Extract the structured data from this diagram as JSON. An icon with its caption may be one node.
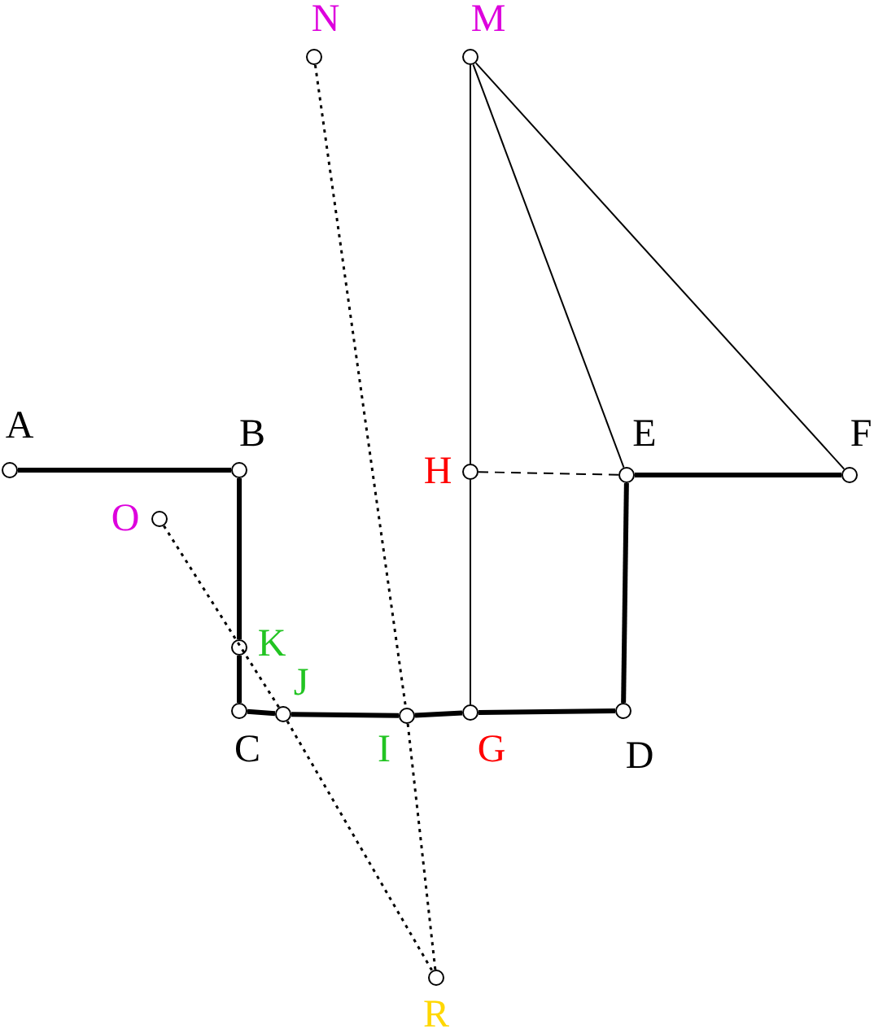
{
  "diagram": {
    "nodes": [
      {
        "text": [],
        "shape": "circle",
        "beside": [
          "A"
        ]
      },
      {
        "text": [],
        "shape": "circle",
        "beside": [
          "B"
        ]
      },
      {
        "text": [],
        "shape": "circle",
        "beside": [
          "C"
        ]
      },
      {
        "text": [],
        "shape": "circle",
        "beside": [
          "D"
        ]
      },
      {
        "text": [],
        "shape": "circle",
        "beside": [
          "E"
        ]
      },
      {
        "text": [],
        "shape": "circle",
        "beside": [
          "F"
        ]
      },
      {
        "text": [],
        "shape": "circle",
        "beside": [
          "G"
        ]
      },
      {
        "text": [],
        "shape": "circle",
        "beside": [
          "H"
        ]
      },
      {
        "text": [],
        "shape": "circle",
        "beside": [
          "I"
        ]
      },
      {
        "text": [],
        "shape": "circle",
        "beside": [
          "J"
        ]
      },
      {
        "text": [],
        "shape": "circle",
        "beside": [
          "K"
        ]
      },
      {
        "text": [],
        "shape": "circle",
        "beside": [
          "M"
        ]
      },
      {
        "text": [],
        "shape": "circle",
        "beside": [
          "N"
        ]
      },
      {
        "text": [],
        "shape": "circle",
        "beside": [
          "O"
        ]
      },
      {
        "text": [],
        "shape": "circle",
        "beside": [
          "R"
        ]
      }
    ],
    "edges": [
      {
        "from": 0,
        "to": 1,
        "arrow": "none",
        "style": "thick"
      },
      {
        "from": 1,
        "to": 10,
        "arrow": "none",
        "style": "thick"
      },
      {
        "from": 10,
        "to": 2,
        "arrow": "none",
        "style": "thick"
      },
      {
        "from": 2,
        "to": 9,
        "arrow": "none",
        "style": "thick"
      },
      {
        "from": 9,
        "to": 8,
        "arrow": "none",
        "style": "thick"
      },
      {
        "from": 8,
        "to": 6,
        "arrow": "none",
        "style": "thick"
      },
      {
        "from": 6,
        "to": 3,
        "arrow": "none",
        "style": "thick"
      },
      {
        "from": 3,
        "to": 4,
        "arrow": "none",
        "style": "thick"
      },
      {
        "from": 4,
        "to": 5,
        "arrow": "none",
        "style": "thick"
      },
      {
        "from": 11,
        "to": 7,
        "arrow": "none"
      },
      {
        "from": 7,
        "to": 6,
        "arrow": "none"
      },
      {
        "from": 11,
        "to": 4,
        "arrow": "none"
      },
      {
        "from": 11,
        "to": 5,
        "arrow": "none"
      },
      {
        "from": 7,
        "to": 4,
        "arrow": "none",
        "style": "dashed"
      },
      {
        "from": 12,
        "to": 8,
        "arrow": "none",
        "style": "dashed"
      },
      {
        "from": 8,
        "to": 14,
        "arrow": "none",
        "style": "dashed"
      },
      {
        "from": 13,
        "to": 9,
        "arrow": "none",
        "style": "dashed"
      },
      {
        "from": 9,
        "to": 14,
        "arrow": "none",
        "style": "dashed"
      }
    ]
  }
}
